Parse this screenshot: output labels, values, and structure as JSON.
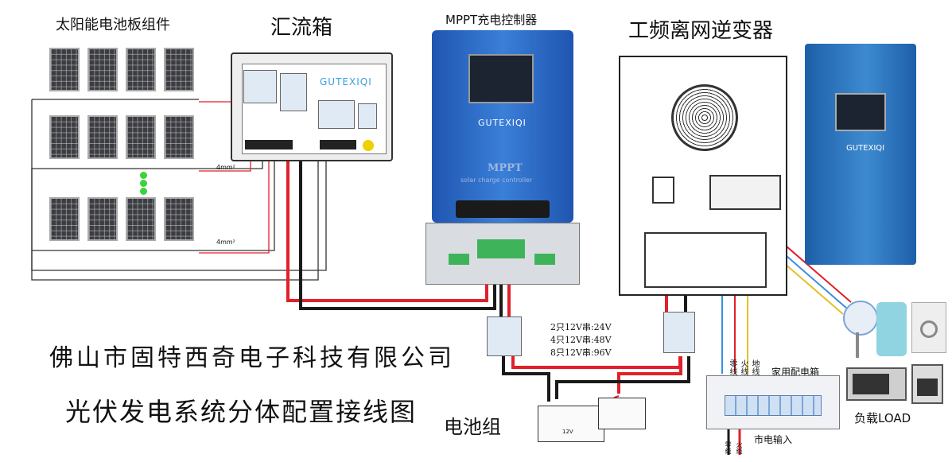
{
  "labels": {
    "solar_panels": "太阳能电池板组件",
    "combiner_box": "汇流箱",
    "mppt_controller": "MPPT充电控制器",
    "inverter": "工频离网逆变器",
    "company": "佛山市固特西奇电子科技有限公司",
    "diagram_title": "光伏发电系统分体配置接线图",
    "battery_bank": "电池组",
    "battery_voltage": "12V",
    "distribution_box": "家用配电箱",
    "grid_input": "市电输入",
    "load": "负载LOAD",
    "wire_size_1": "4mm²",
    "wire_size_2": "4mm²",
    "neutral_wire": "零线",
    "live_wire": "火线",
    "ground_wire": "地线",
    "grid_neutral": "零线",
    "grid_live": "火线"
  },
  "battery_configs": [
    "2只12V串:24V",
    "4只12V串:48V",
    "8只12V串:96V"
  ],
  "brand": {
    "name": "GUTEXIQI",
    "mppt_big": "MPPT",
    "mppt_sub": "solar charge controller"
  },
  "colors": {
    "positive": "#e0202a",
    "negative": "#1a1a1a",
    "device_blue": "#2e6cc7",
    "neutral_line": "#3a8fe0",
    "ground_line": "#e3c02a"
  }
}
